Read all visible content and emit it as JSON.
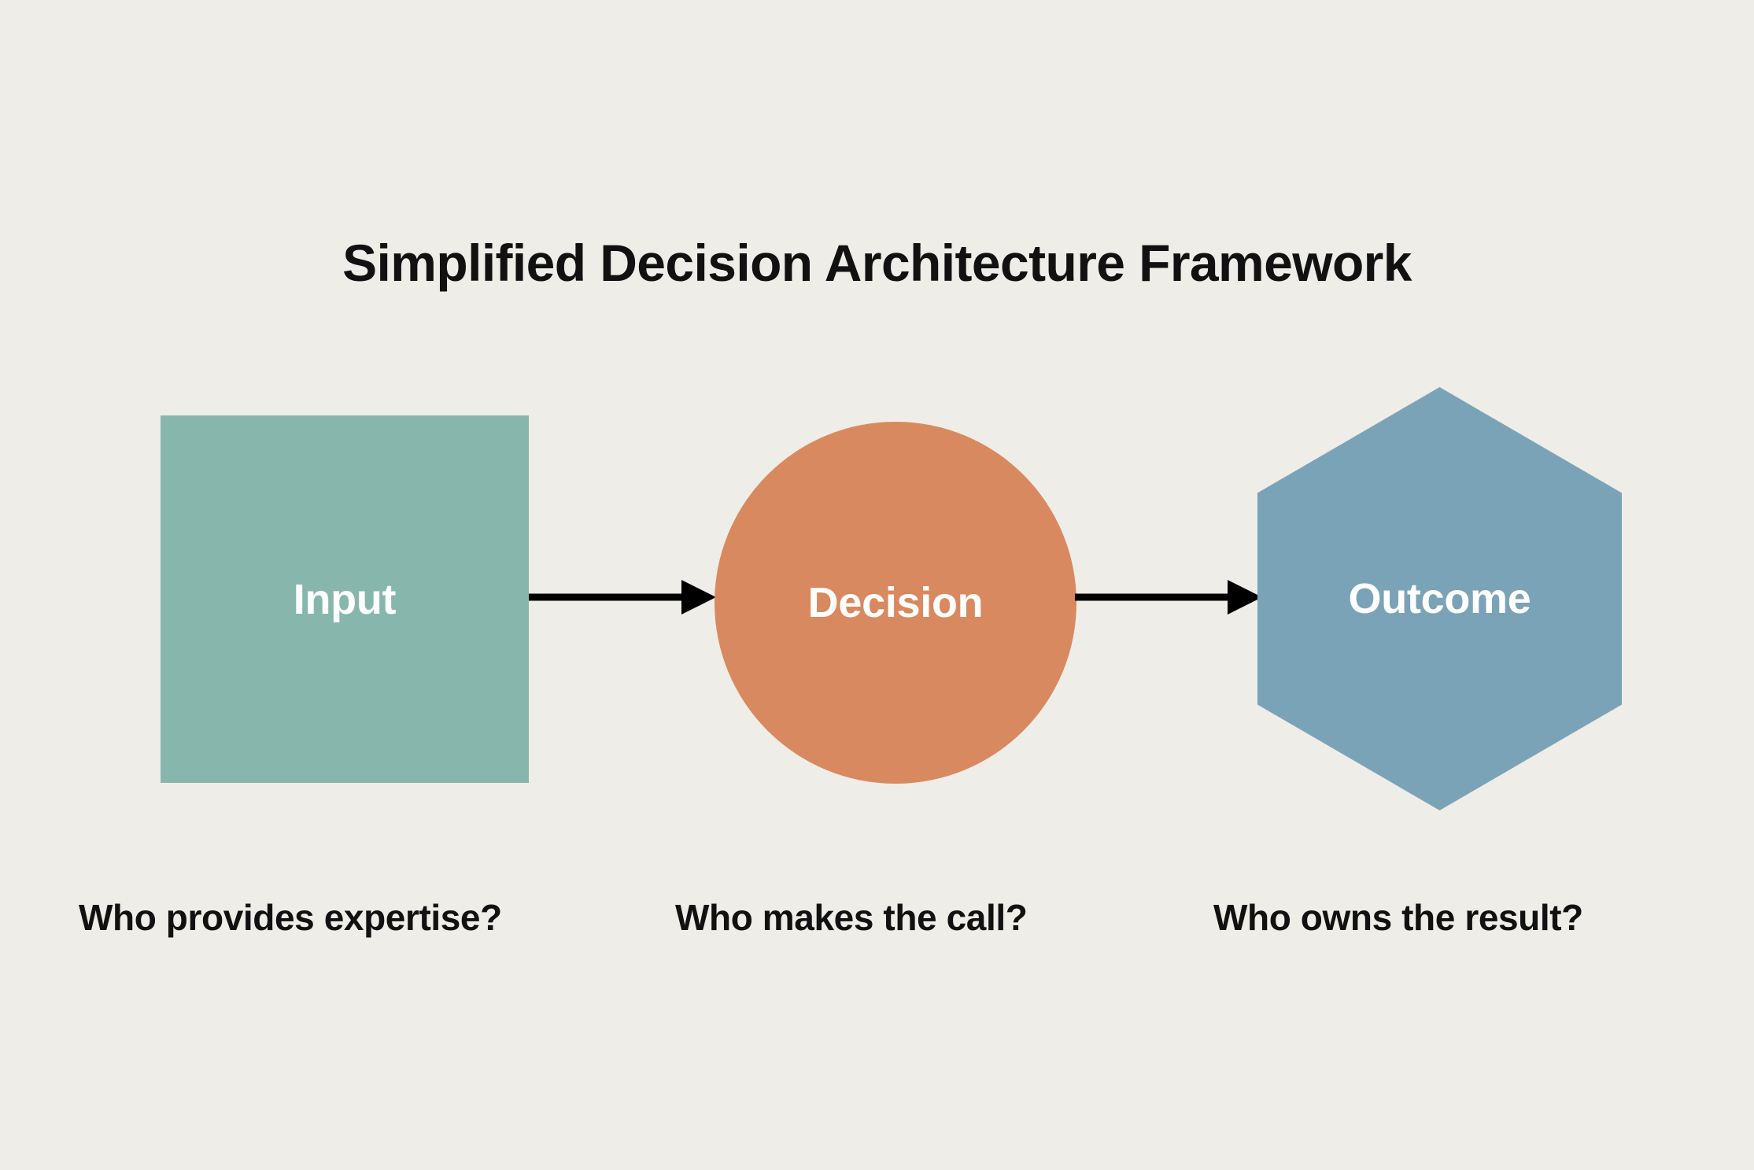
{
  "diagram": {
    "title": "Simplified Decision Architecture Framework",
    "background_color": "#EFEDE8",
    "text_color": "#111111",
    "nodes": [
      {
        "id": "input",
        "label": "Input",
        "shape": "square",
        "fill_color": "#87B7AC",
        "label_color": "#FFFFFF",
        "caption": "Who provides expertise?"
      },
      {
        "id": "decision",
        "label": "Decision",
        "shape": "circle",
        "fill_color": "#D9895F",
        "label_color": "#FFFFFF",
        "caption": "Who makes the call?"
      },
      {
        "id": "outcome",
        "label": "Outcome",
        "shape": "hexagon",
        "fill_color": "#7BA3B7",
        "label_color": "#FFFFFF",
        "caption": "Who owns the result?"
      }
    ],
    "connectors": [
      {
        "id": "input-to-decision",
        "from": "input",
        "to": "decision",
        "style": "arrow",
        "color": "#000000"
      },
      {
        "id": "decision-to-outcome",
        "from": "decision",
        "to": "outcome",
        "style": "arrow",
        "color": "#000000"
      }
    ]
  }
}
